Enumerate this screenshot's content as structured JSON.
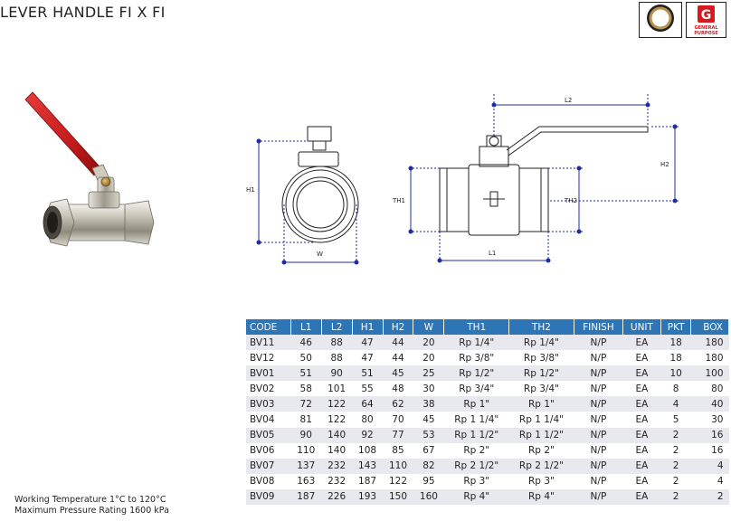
{
  "title": "LEVER HANDLE FI X FI",
  "badges": {
    "full_bore_label": "FULL BORE",
    "general_purpose_letter": "G",
    "general_purpose_label_1": "GENERAL",
    "general_purpose_label_2": "PURPOSE",
    "accent_color": "#d71920",
    "brass_color": "#b8924a"
  },
  "drawing": {
    "h1": "H1",
    "w": "W",
    "th1": "TH1",
    "th2": "TH2",
    "l1": "L1",
    "l2": "L2",
    "h2": "H2",
    "dimension_color": "#1f2aa8"
  },
  "table": {
    "header_color": "#2e75b6",
    "stripe_color": "#e7e9ee",
    "columns": [
      "CODE",
      "L1",
      "L2",
      "H1",
      "H2",
      "W",
      "TH1",
      "TH2",
      "FINISH",
      "UNIT",
      "PKT",
      "BOX"
    ],
    "rows": [
      [
        "BV11",
        "46",
        "88",
        "47",
        "44",
        "20",
        "Rp 1/4\"",
        "Rp 1/4\"",
        "N/P",
        "EA",
        "18",
        "180"
      ],
      [
        "BV12",
        "50",
        "88",
        "47",
        "44",
        "20",
        "Rp 3/8\"",
        "Rp 3/8\"",
        "N/P",
        "EA",
        "18",
        "180"
      ],
      [
        "BV01",
        "51",
        "90",
        "51",
        "45",
        "25",
        "Rp 1/2\"",
        "Rp 1/2\"",
        "N/P",
        "EA",
        "10",
        "100"
      ],
      [
        "BV02",
        "58",
        "101",
        "55",
        "48",
        "30",
        "Rp 3/4\"",
        "Rp 3/4\"",
        "N/P",
        "EA",
        "8",
        "80"
      ],
      [
        "BV03",
        "72",
        "122",
        "64",
        "62",
        "38",
        "Rp 1\"",
        "Rp 1\"",
        "N/P",
        "EA",
        "4",
        "40"
      ],
      [
        "BV04",
        "81",
        "122",
        "80",
        "70",
        "45",
        "Rp 1 1/4\"",
        "Rp 1 1/4\"",
        "N/P",
        "EA",
        "5",
        "30"
      ],
      [
        "BV05",
        "90",
        "140",
        "92",
        "77",
        "53",
        "Rp 1 1/2\"",
        "Rp 1 1/2\"",
        "N/P",
        "EA",
        "2",
        "16"
      ],
      [
        "BV06",
        "110",
        "140",
        "108",
        "85",
        "67",
        "Rp 2\"",
        "Rp 2\"",
        "N/P",
        "EA",
        "2",
        "16"
      ],
      [
        "BV07",
        "137",
        "232",
        "143",
        "110",
        "82",
        "Rp 2 1/2\"",
        "Rp 2 1/2\"",
        "N/P",
        "EA",
        "2",
        "4"
      ],
      [
        "BV08",
        "163",
        "232",
        "187",
        "122",
        "95",
        "Rp 3\"",
        "Rp 3\"",
        "N/P",
        "EA",
        "2",
        "4"
      ],
      [
        "BV09",
        "187",
        "226",
        "193",
        "150",
        "160",
        "Rp 4\"",
        "Rp 4\"",
        "N/P",
        "EA",
        "2",
        "2"
      ]
    ]
  },
  "notes": {
    "working_temperature": "Working Temperature  1°C to 120°C",
    "max_pressure": "Maximum Pressure Rating  1600 kPa"
  }
}
